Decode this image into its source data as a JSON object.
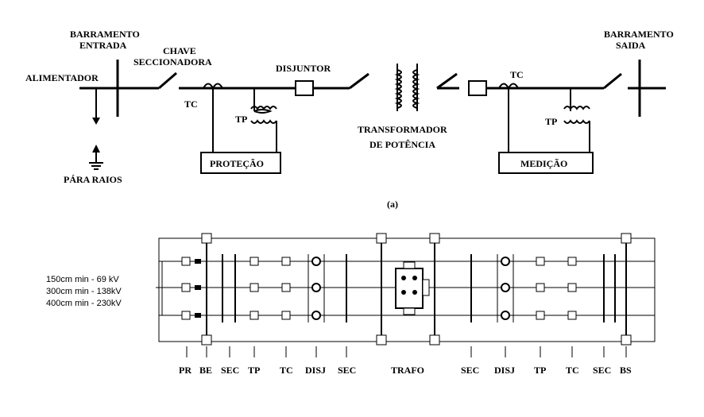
{
  "single_line": {
    "labels": {
      "barramento_entrada": [
        "BARRAMENTO",
        "ENTRADA"
      ],
      "alimentador": "ALIMENTADOR",
      "chave_seccionadora": [
        "CHAVE",
        "SECCIONADORA"
      ],
      "disjuntor": "DISJUNTOR",
      "tc_left": "TC",
      "tp_left": "TP",
      "protecao": "PROTEÇÃO",
      "transformador": [
        "TRANSFORMADOR",
        "DE POTÊNCIA"
      ],
      "tc_right": "TC",
      "tp_right": "TP",
      "medicao": "MEDIÇÃO",
      "barramento_saida": [
        "BARRAMENTO",
        "SAIDA"
      ],
      "para_raios": "PÁRA RAIOS"
    },
    "caption": "(a)"
  },
  "layout_plan": {
    "clearances": [
      "150cm min - 69 kV",
      "300cm min - 138kV",
      "400cm min - 230kV"
    ],
    "bottom_labels": [
      "PR",
      "BE",
      "SEC",
      "TP",
      "TC",
      "DISJ",
      "SEC",
      "TRAFO",
      "SEC",
      "DISJ",
      "TP",
      "TC",
      "SEC",
      "BS"
    ]
  }
}
